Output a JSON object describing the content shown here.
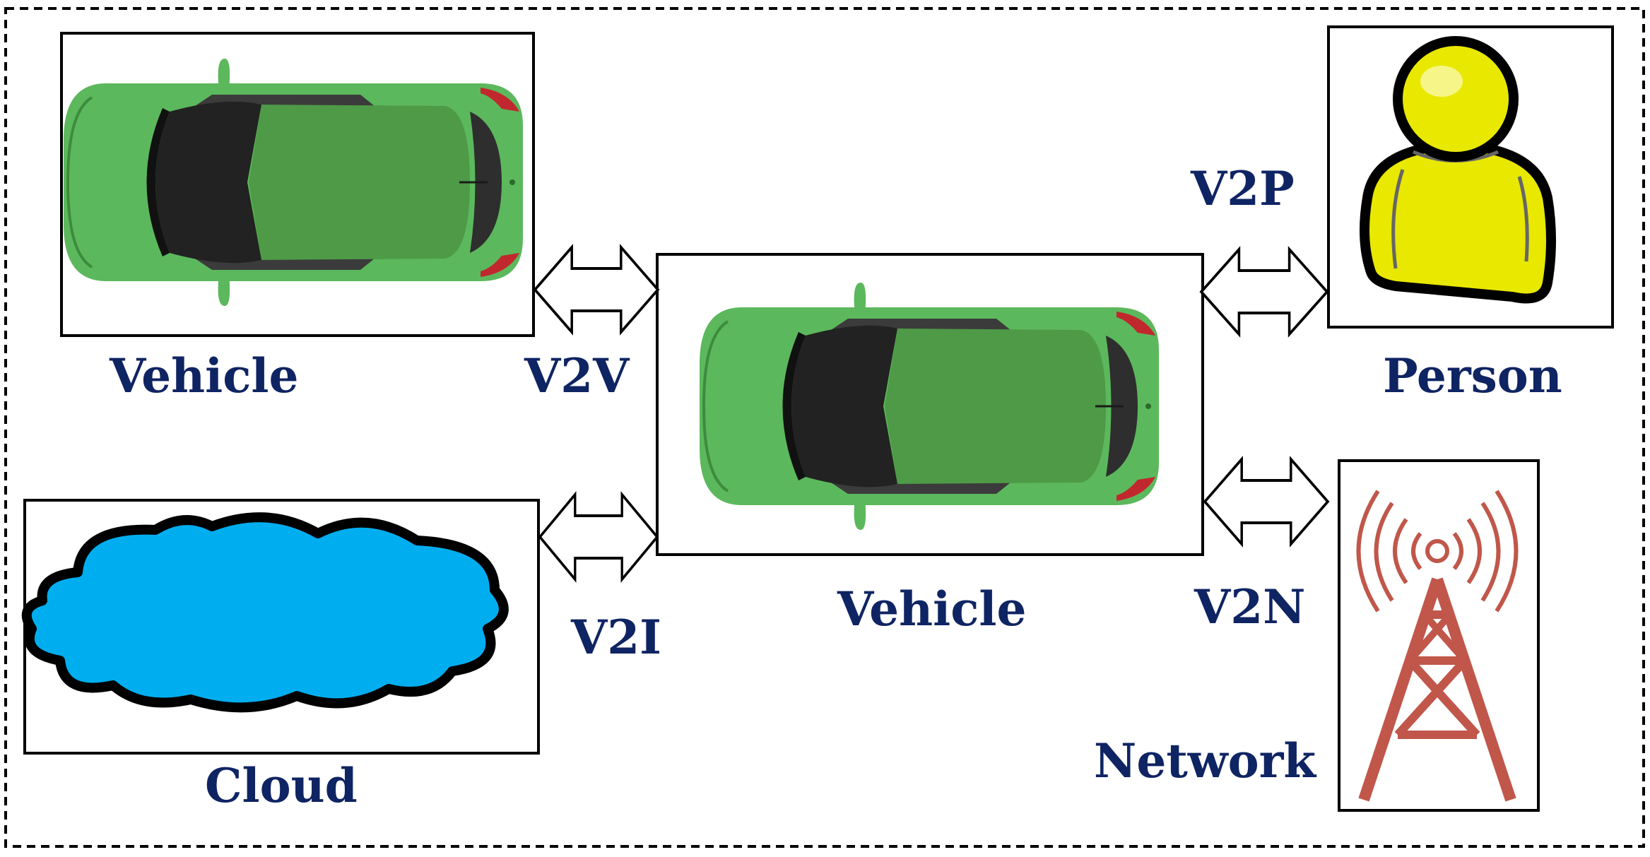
{
  "labels": {
    "vehicle_left": "Vehicle",
    "vehicle_center": "Vehicle",
    "person": "Person",
    "cloud": "Cloud",
    "network": "Network",
    "v2v": "V2V",
    "v2p": "V2P",
    "v2i": "V2I",
    "v2n": "V2N"
  },
  "icons": {
    "vehicle_left": "car-top-view-icon",
    "vehicle_center": "car-top-view-icon",
    "person": "person-icon",
    "cloud": "cloud-icon",
    "network": "cell-tower-icon",
    "arrows": "double-headed-arrow-icon"
  },
  "colors": {
    "label_text": "#0f2463",
    "car_body": "#5cb85c",
    "car_roof": "#4e9a47",
    "person": "#e8e800",
    "cloud": "#00aeef",
    "tower": "#c0574a"
  }
}
